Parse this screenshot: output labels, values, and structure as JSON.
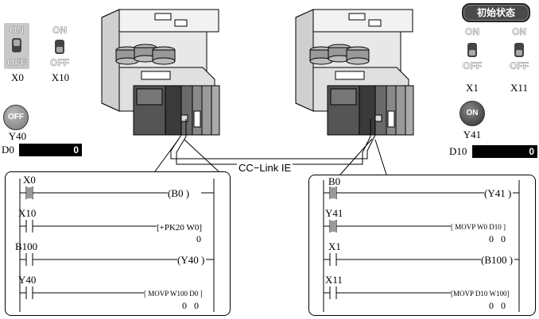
{
  "header": {
    "state_button": "初始状态"
  },
  "network": {
    "label": "CC−Link IE"
  },
  "switch_text": {
    "on": "ON",
    "off": "OFF"
  },
  "left_station": {
    "switches": [
      {
        "name": "X0",
        "state": "ON"
      },
      {
        "name": "X10",
        "state": "OFF"
      }
    ],
    "lamp": {
      "name": "Y40",
      "text": "OFF"
    },
    "readout": {
      "name": "D0",
      "value": "0"
    }
  },
  "right_station": {
    "switches": [
      {
        "name": "X1",
        "state": "OFF"
      },
      {
        "name": "X11",
        "state": "OFF"
      }
    ],
    "lamp": {
      "name": "Y41",
      "text": "ON"
    },
    "readout": {
      "name": "D10",
      "value": "0"
    }
  },
  "left_ladder": {
    "rungs": [
      {
        "contact": "X0",
        "instr": "(B0 )",
        "vals": ""
      },
      {
        "contact": "X10",
        "instr": "[+PK20 W0]",
        "vals": "0"
      },
      {
        "contact": "B100",
        "instr": "(Y40 )",
        "vals": ""
      },
      {
        "contact": "Y40",
        "instr": "[ MOVP W100 D0 ]",
        "vals": "0   0"
      }
    ]
  },
  "right_ladder": {
    "rungs": [
      {
        "contact": "B0",
        "instr": "(Y41 )",
        "vals": ""
      },
      {
        "contact": "Y41",
        "instr": "[ MOVP W0 D10 ]",
        "vals": "0   0"
      },
      {
        "contact": "X1",
        "instr": "(B100 )",
        "vals": ""
      },
      {
        "contact": "X11",
        "instr": "[MOVP D10 W100]",
        "vals": "0   0"
      }
    ]
  }
}
